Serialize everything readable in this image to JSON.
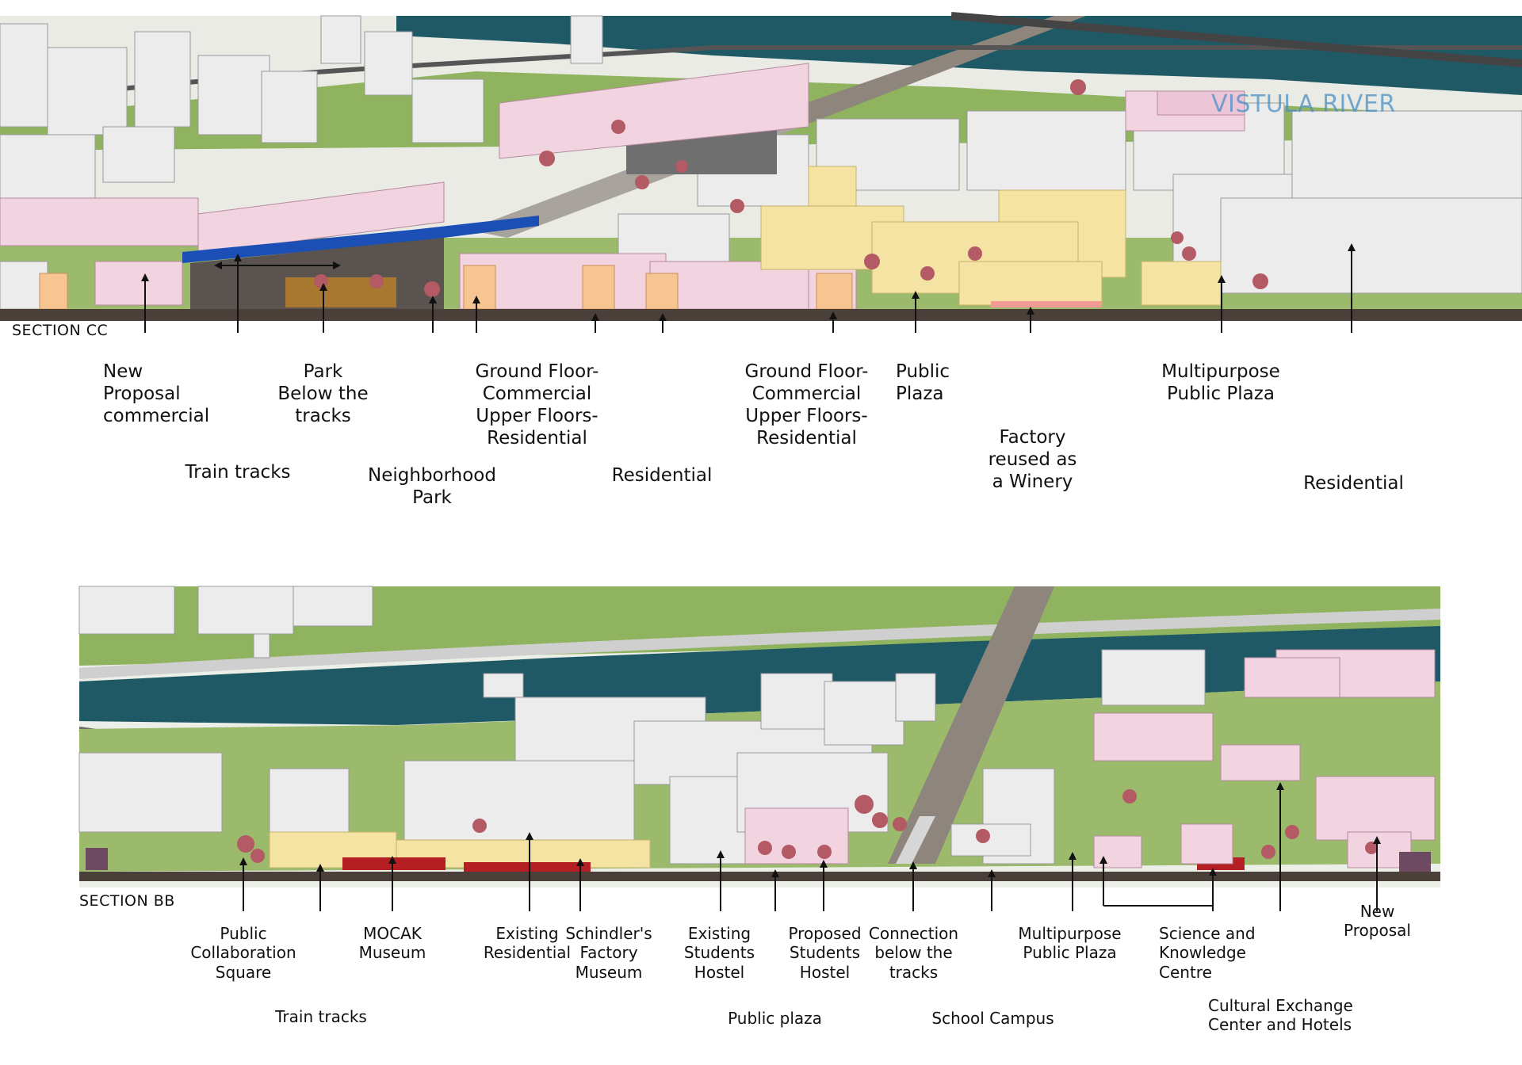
{
  "colors": {
    "ground": "#4b3f3a",
    "grass": "#8fb35e",
    "river": "#1f5966",
    "road": "#7a7a7a",
    "building_white": "#ececec",
    "residential_pink": "#f2d3e0",
    "commercial_orange": "#f6c592",
    "proposal_yellow": "#f4e3a3",
    "existing_red": "#b41f24",
    "rail_blue": "#1c4fb5",
    "tree": "#b35a64"
  },
  "section_cc": {
    "title": "SECTION CC",
    "river_label": "VISTULA RIVER",
    "labels": {
      "new_proposal_commercial": "New\nProposal\ncommercial",
      "train_tracks": "Train tracks",
      "park_below_tracks": "Park\nBelow the\ntracks",
      "neighborhood_park": "Neighborhood\nPark",
      "ground_floor_1": "Ground Floor-\nCommercial\nUpper Floors-\nResidential",
      "residential_1": "Residential",
      "ground_floor_2": "Ground Floor-\nCommercial\nUpper Floors-\nResidential",
      "public_plaza": "Public\nPlaza",
      "factory_winery": "Factory\nreused as\na Winery",
      "multipurpose_plaza": "Multipurpose\nPublic Plaza",
      "residential_2": "Residential"
    }
  },
  "section_bb": {
    "title": "SECTION BB",
    "labels": {
      "public_collaboration": "Public\nCollaboration\nSquare",
      "train_tracks": "Train tracks",
      "mocak": "MOCAK\nMuseum",
      "existing_residential": "Existing\nResidential",
      "schindler": "Schindler's\nFactory\nMuseum",
      "existing_hostel": "Existing\nStudents\nHostel",
      "public_plaza": "Public plaza",
      "proposed_hostel": "Proposed\nStudents\nHostel",
      "connection_tracks": "Connection\nbelow the\ntracks",
      "school_campus": "School Campus",
      "multipurpose_plaza": "Multipurpose\nPublic Plaza",
      "science_centre": "Science and\nKnowledge\nCentre",
      "cultural_exchange": "Cultural Exchange\nCenter and Hotels",
      "new_proposal": "New\nProposal"
    }
  }
}
